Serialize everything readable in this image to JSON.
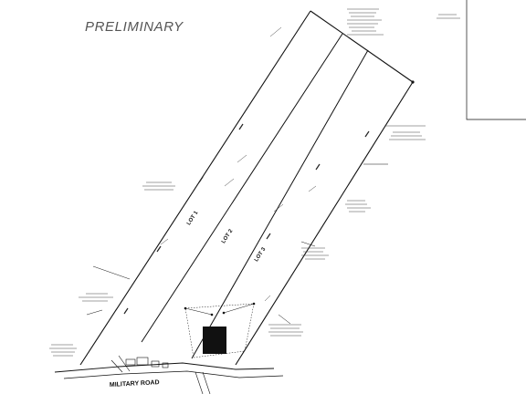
{
  "title": "PRELIMINARY",
  "road_name": "MILITARY ROAD",
  "lots": [
    {
      "label": "LOT 1"
    },
    {
      "label": "LOT 2"
    },
    {
      "label": "LOT 3"
    }
  ],
  "colors": {
    "line": "#111111",
    "title": "#555555",
    "background": "#ffffff",
    "block": "#111111"
  }
}
